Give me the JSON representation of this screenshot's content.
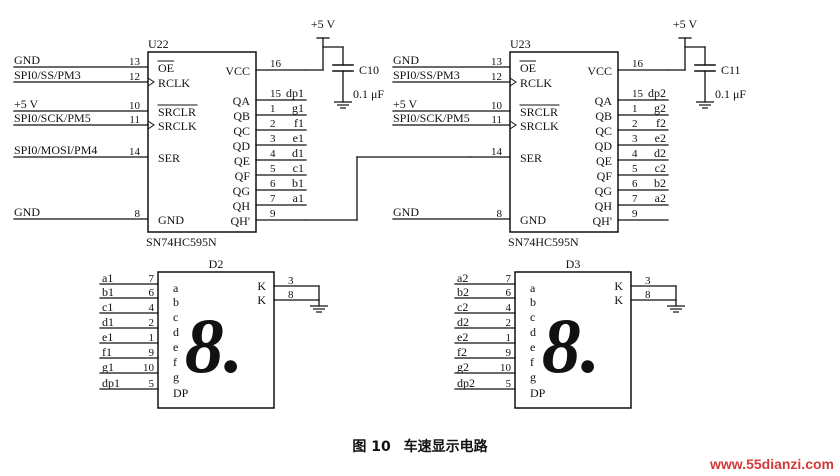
{
  "chips": [
    {
      "ref": "U22",
      "part": "SN74HC595N",
      "left_pins": [
        [
          "OE",
          "13"
        ],
        [
          "RCLK",
          "12"
        ],
        [
          "SRCLR",
          "10"
        ],
        [
          "SRCLK",
          "11"
        ],
        [
          "SER",
          "14"
        ],
        [
          "GND",
          "8"
        ]
      ],
      "right_pins": [
        [
          "VCC",
          "16"
        ],
        [
          "QA",
          "15"
        ],
        [
          "QB",
          "1"
        ],
        [
          "QC",
          "2"
        ],
        [
          "QD",
          "3"
        ],
        [
          "QE",
          "4"
        ],
        [
          "QF",
          "5"
        ],
        [
          "QG",
          "6"
        ],
        [
          "QH",
          "7"
        ],
        [
          "QH'",
          "9"
        ]
      ],
      "left_nets": [
        "GND",
        "SPI0/SS/PM3",
        "+5 V",
        "SPI0/SCK/PM5",
        "SPI0/MOSI/PM4",
        "GND"
      ],
      "right_nets": [
        "dp1",
        "g1",
        "f1",
        "e1",
        "d1",
        "c1",
        "b1",
        "a1"
      ],
      "cap_ref": "C10",
      "cap_value": "0.1 μF",
      "supply": "+5 V"
    },
    {
      "ref": "U23",
      "part": "SN74HC595N",
      "left_pins": [
        [
          "OE",
          "13"
        ],
        [
          "RCLK",
          "12"
        ],
        [
          "SRCLR",
          "10"
        ],
        [
          "SRCLK",
          "11"
        ],
        [
          "SER",
          "14"
        ],
        [
          "GND",
          "8"
        ]
      ],
      "right_pins": [
        [
          "VCC",
          "16"
        ],
        [
          "QA",
          "15"
        ],
        [
          "QB",
          "1"
        ],
        [
          "QC",
          "2"
        ],
        [
          "QD",
          "3"
        ],
        [
          "QE",
          "4"
        ],
        [
          "QF",
          "5"
        ],
        [
          "QG",
          "6"
        ],
        [
          "QH",
          "7"
        ],
        [
          "QH'",
          "9"
        ]
      ],
      "left_nets": [
        "GND",
        "SPI0/SS/PM3",
        "+5 V",
        "SPI0/SCK/PM5",
        "",
        "GND"
      ],
      "right_nets": [
        "dp2",
        "g2",
        "f2",
        "e2",
        "d2",
        "c2",
        "b2",
        "a2"
      ],
      "cap_ref": "C11",
      "cap_value": "0.1 μF",
      "supply": "+5 V"
    }
  ],
  "displays": [
    {
      "ref": "D2",
      "nets": [
        "a1",
        "b1",
        "c1",
        "d1",
        "e1",
        "f1",
        "g1",
        "dp1"
      ],
      "pin_numbers": [
        "7",
        "6",
        "4",
        "2",
        "1",
        "9",
        "10",
        "5"
      ],
      "segments": [
        "a",
        "b",
        "c",
        "d",
        "e",
        "f",
        "g",
        "DP"
      ],
      "common": [
        [
          "K",
          "3"
        ],
        [
          "K",
          "8"
        ]
      ],
      "digit": "8."
    },
    {
      "ref": "D3",
      "nets": [
        "a2",
        "b2",
        "c2",
        "d2",
        "e2",
        "f2",
        "g2",
        "dp2"
      ],
      "pin_numbers": [
        "7",
        "6",
        "4",
        "2",
        "1",
        "9",
        "10",
        "5"
      ],
      "segments": [
        "a",
        "b",
        "c",
        "d",
        "e",
        "f",
        "g",
        "DP"
      ],
      "common": [
        [
          "K",
          "3"
        ],
        [
          "K",
          "8"
        ]
      ],
      "digit": "8."
    }
  ],
  "caption": {
    "figure": "图 10",
    "title": "车速显示电路"
  },
  "watermark": "www.55dianzi.com"
}
